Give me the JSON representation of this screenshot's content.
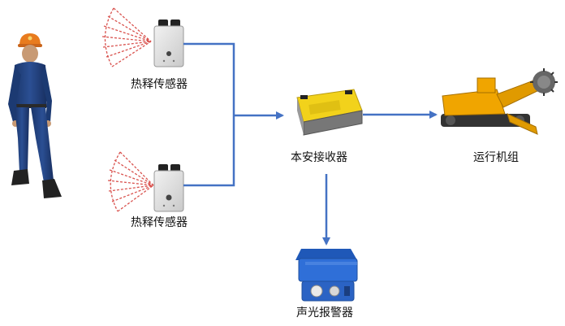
{
  "diagram": {
    "nodes": {
      "sensor_top": {
        "label": "热释传感器"
      },
      "sensor_bottom": {
        "label": "热释传感器"
      },
      "receiver": {
        "label": "本安接收器"
      },
      "machine": {
        "label": "运行机组"
      },
      "alarm": {
        "label": "声光报警器"
      }
    },
    "edges": [
      {
        "from": "sensor_top",
        "to": "receiver"
      },
      {
        "from": "sensor_bottom",
        "to": "receiver"
      },
      {
        "from": "receiver",
        "to": "machine"
      },
      {
        "from": "receiver",
        "to": "alarm"
      }
    ],
    "colors": {
      "connector": "#4472c4",
      "beam": "#d9534f",
      "receiver_body": "#f2d21b",
      "machine_body": "#f0a500",
      "alarm_body": "#2f6fd8",
      "worker_suit": "#1f3f78",
      "helmet": "#e87b1e"
    }
  }
}
